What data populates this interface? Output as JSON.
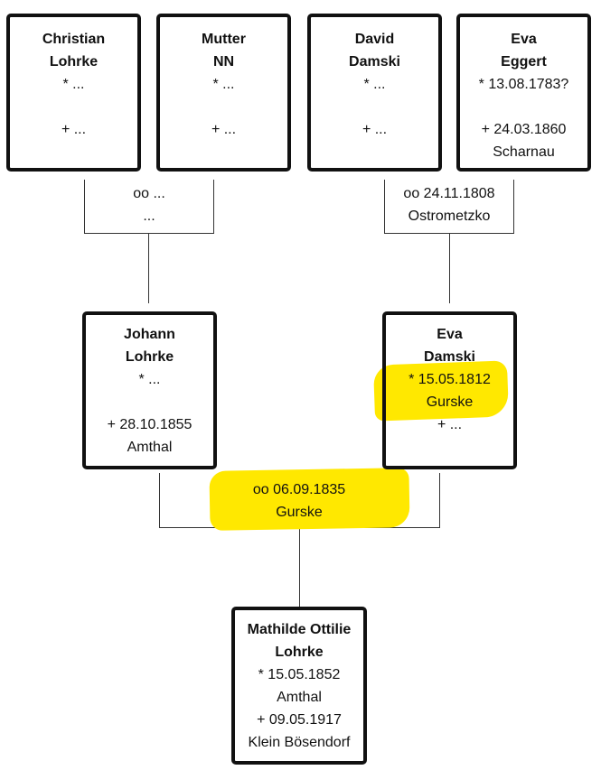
{
  "highlight_color": "#ffe800",
  "grandparents": [
    {
      "first": "Christian",
      "last": "Lohrke",
      "birth": "* ...",
      "birth_place": "",
      "death": "+ ...",
      "death_place": ""
    },
    {
      "first": "Mutter",
      "last": "NN",
      "birth": "* ...",
      "birth_place": "",
      "death": "+ ...",
      "death_place": ""
    },
    {
      "first": "David",
      "last": "Damski",
      "birth": "* ...",
      "birth_place": "",
      "death": "+ ...",
      "death_place": ""
    },
    {
      "first": "Eva",
      "last": "Eggert",
      "birth": "* 13.08.1783?",
      "birth_place": "",
      "death": "+ 24.03.1860",
      "death_place": "Scharnau"
    }
  ],
  "marriages": {
    "paternal": {
      "date": "oo ...",
      "place": "..."
    },
    "maternal": {
      "date": "oo 24.11.1808",
      "place": "Ostrometzko"
    },
    "parents": {
      "date": "oo 06.09.1835",
      "place": "Gurske"
    }
  },
  "parents": [
    {
      "first": "Johann",
      "last": "Lohrke",
      "birth": "* ...",
      "birth_place": "",
      "death": "+ 28.10.1855",
      "death_place": "Amthal"
    },
    {
      "first": "Eva",
      "last": "Damski",
      "birth": "* 15.05.1812",
      "birth_place": "Gurske",
      "death": "+ ...",
      "death_place": ""
    }
  ],
  "child": {
    "first": "Mathilde Ottilie",
    "last": "Lohrke",
    "birth": "* 15.05.1852",
    "birth_place": "Amthal",
    "death": "+ 09.05.1917",
    "death_place": "Klein Bösendorf"
  }
}
